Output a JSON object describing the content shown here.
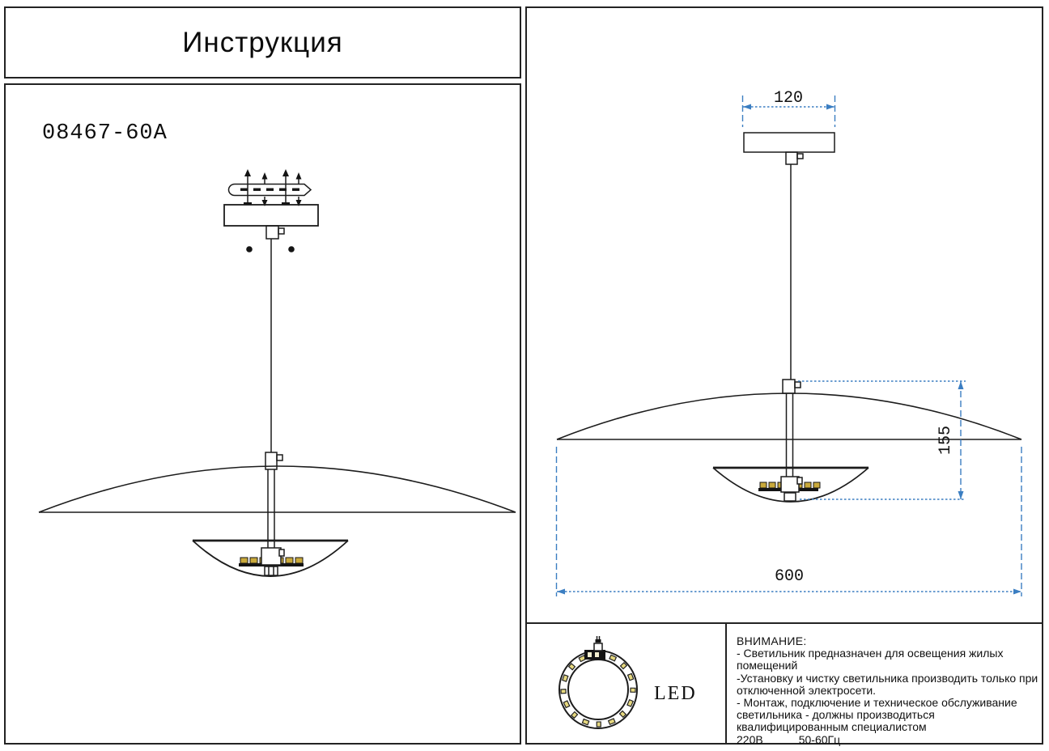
{
  "header": {
    "title": "Инструкция"
  },
  "product": {
    "model": "08467-60A"
  },
  "diagram": {
    "dim_canopy_width": "120",
    "dim_fixture_height": "155",
    "dim_shade_diameter": "600"
  },
  "led_section": {
    "label": "LED"
  },
  "warning": {
    "heading": "ВНИМАНИЕ:",
    "lines": [
      "- Светильник предназначен для освещения жилых",
      "помещений",
      "-Установку и чистку светильника производить только при",
      "отключенной электросети.",
      "- Монтаж, подключение и техническое обслуживание",
      "светильника - должны производиться",
      "квалифицированным специалистом"
    ],
    "voltage": "220В",
    "frequency": "50-60Гц"
  },
  "colors": {
    "drawing_line": "#1c1c1c",
    "dimension_line": "#3b7ec2",
    "led_chip": "#c9a93b"
  }
}
